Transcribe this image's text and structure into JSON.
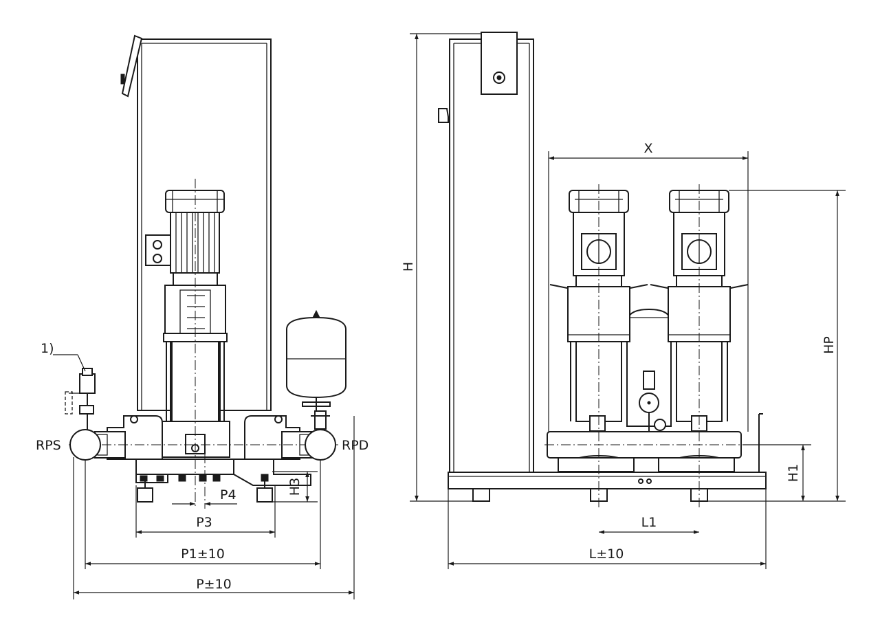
{
  "labels": {
    "note": "1)",
    "rps": "RPS",
    "rpd": "RPD",
    "p": "P±10",
    "p1": "P1±10",
    "p3": "P3",
    "p4": "P4",
    "h3": "H3",
    "h": "H",
    "hp": "HP",
    "h1": "H1",
    "x": "X",
    "l1": "L1",
    "l": "L±10"
  }
}
